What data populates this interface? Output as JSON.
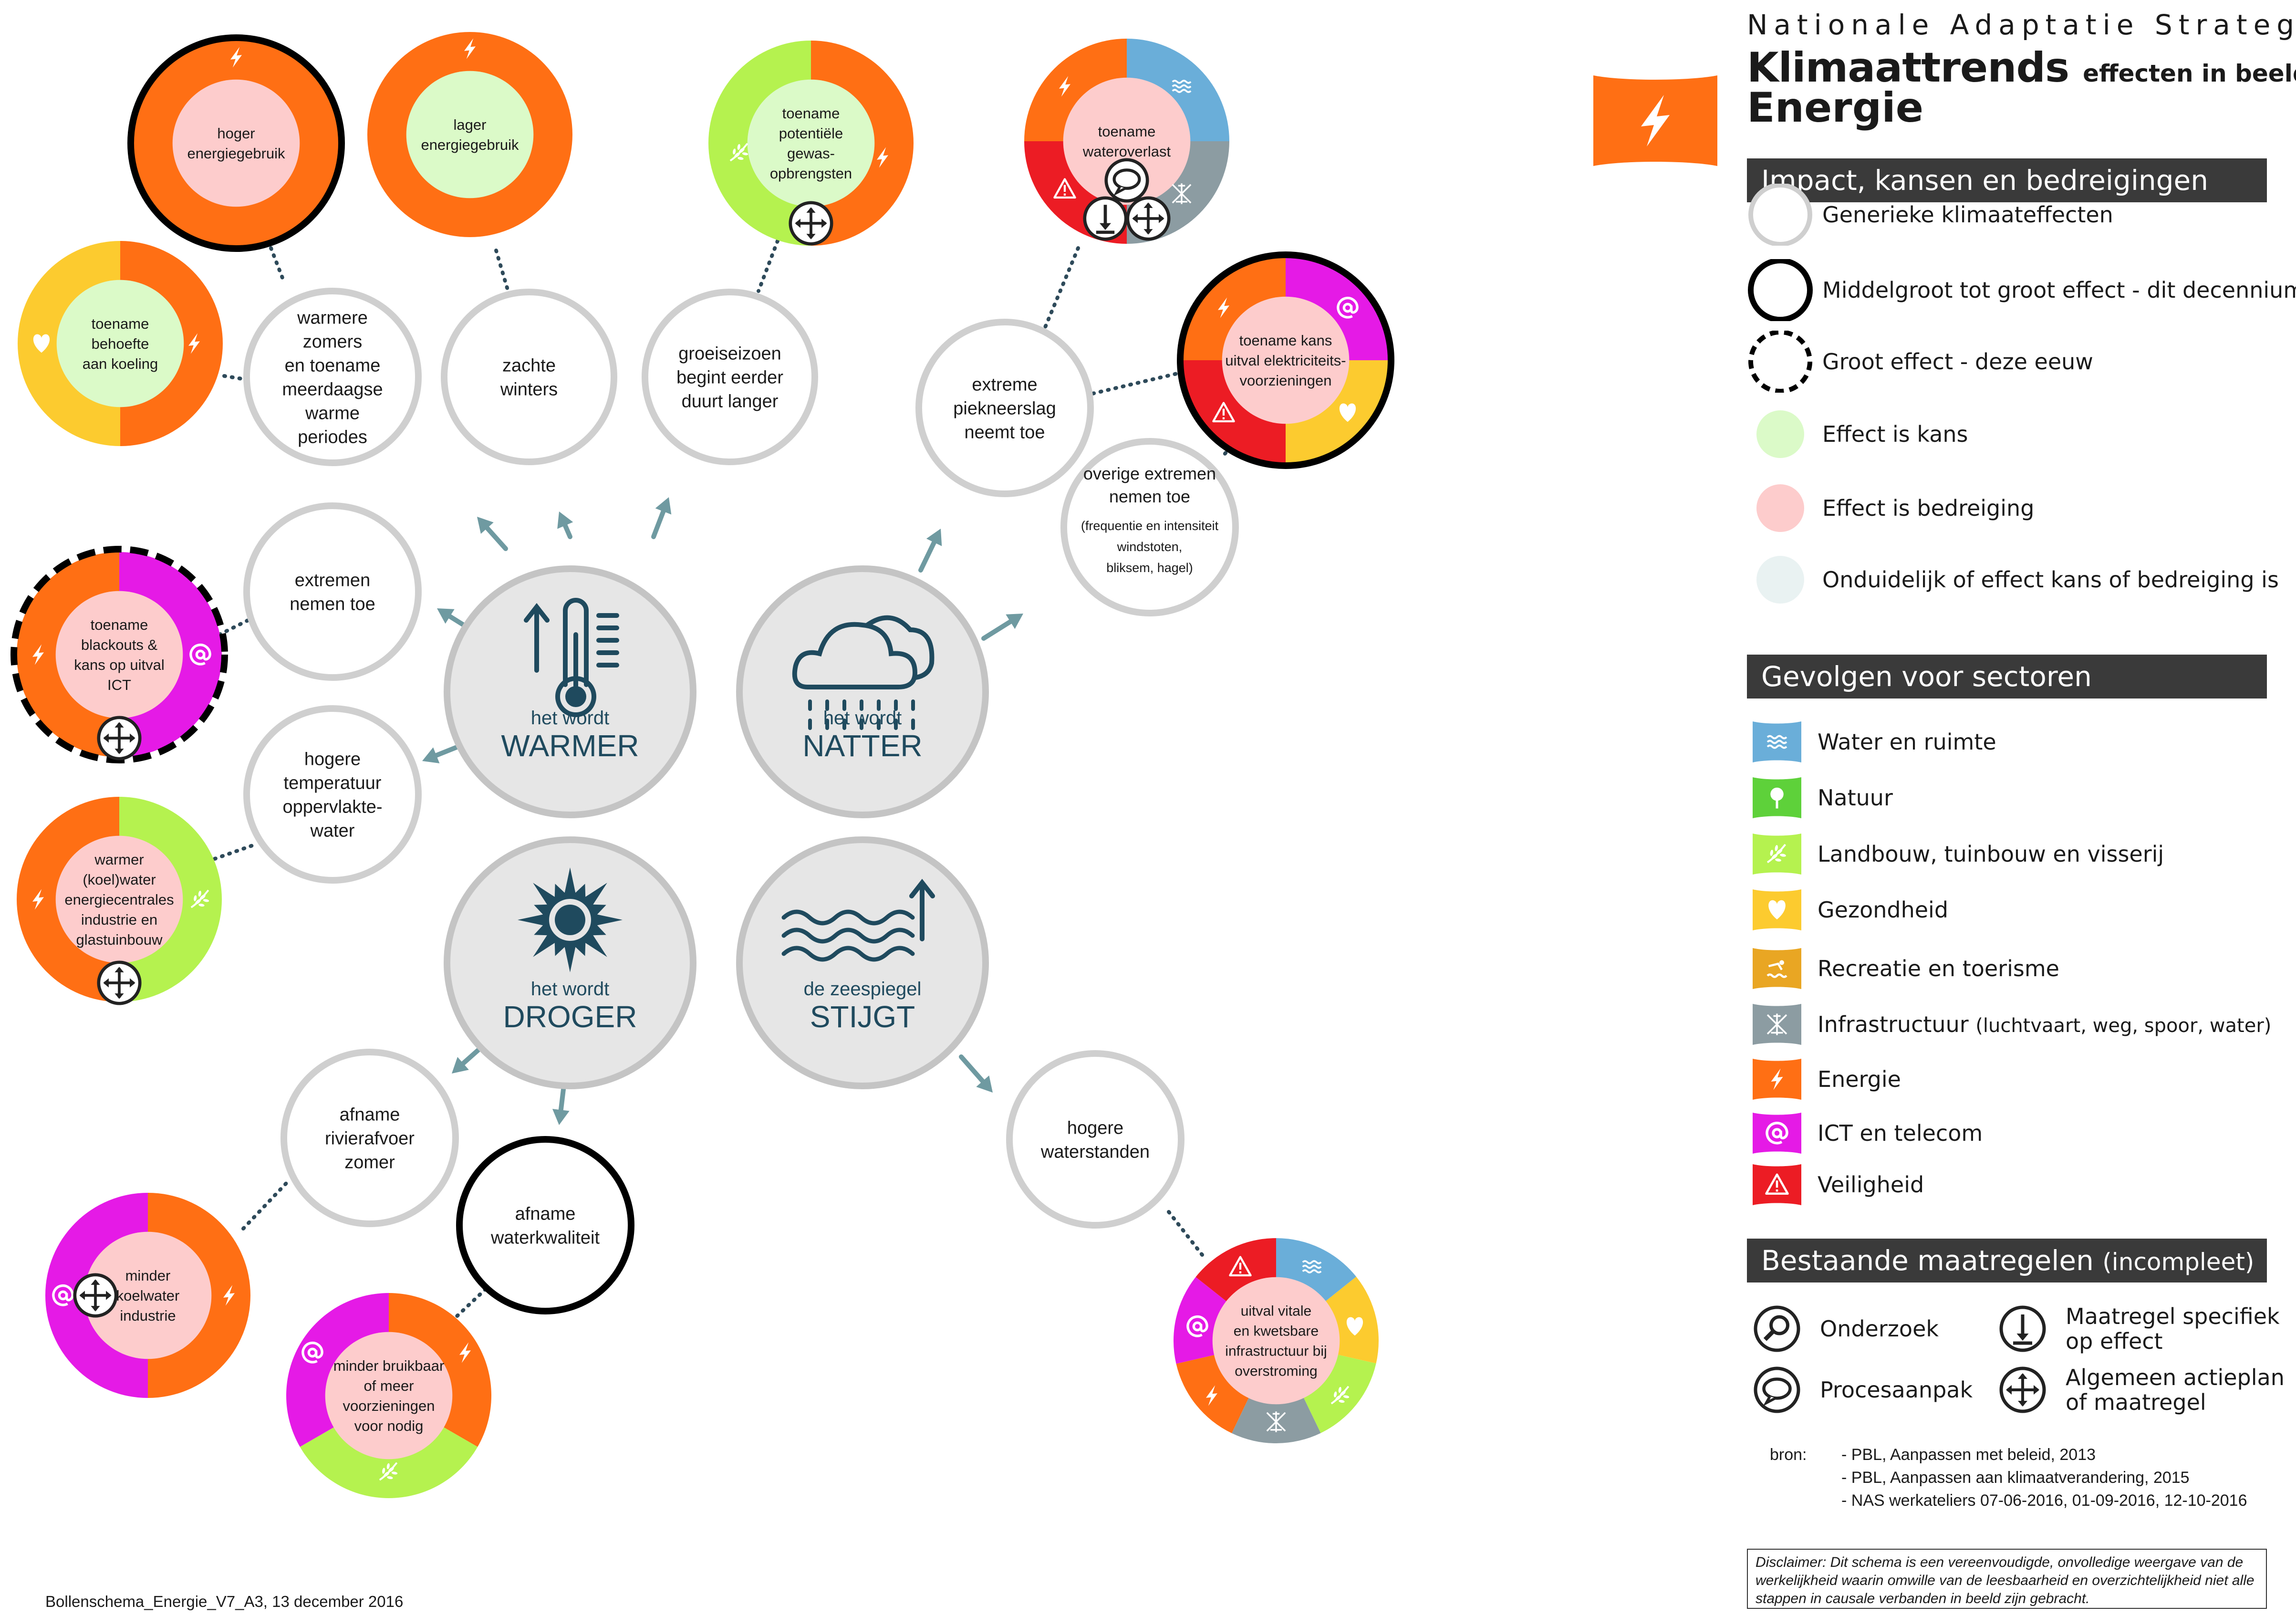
{
  "header": {
    "line1": "Nationale Adaptatie Strategie",
    "line2_main": "Klimaattrends",
    "line2_small": "effecten in beeld",
    "line3": "Energie"
  },
  "legend": {
    "impact_title": "Impact, kansen en bedreigingen",
    "impact_items": [
      "Generieke klimaateffecten",
      "Middelgroot tot groot effect - dit decennium",
      "Groot effect - deze eeuw",
      "Effect is kans",
      "Effect is bedreiging",
      "Onduidelijk of effect kans of bedreiging is"
    ],
    "sectors_title": "Gevolgen voor sectoren",
    "sectors": [
      {
        "label": "Water en ruimte",
        "small": "",
        "color": "#6aaed9",
        "icon": "water-waves-icon"
      },
      {
        "label": "Natuur",
        "small": "",
        "color": "#5ed13a",
        "icon": "tree-icon"
      },
      {
        "label": "Landbouw, tuinbouw en visserij",
        "small": "",
        "color": "#b5f24f",
        "icon": "wheat-icon"
      },
      {
        "label": "Gezondheid",
        "small": "",
        "color": "#fccb2f",
        "icon": "heart-icon"
      },
      {
        "label": "Recreatie en toerisme",
        "small": "",
        "color": "#e9a623",
        "icon": "swimmer-icon"
      },
      {
        "label": "Infrastructuur",
        "small": "(luchtvaart, weg, spoor, water)",
        "color": "#8c9ca2",
        "icon": "infrastructure-icon"
      },
      {
        "label": "Energie",
        "small": "",
        "color": "#ff6f14",
        "icon": "lightning-icon"
      },
      {
        "label": "ICT en telecom",
        "small": "",
        "color": "#e51ae6",
        "icon": "at-sign-icon"
      },
      {
        "label": "Veiligheid",
        "small": "",
        "color": "#ec1c24",
        "icon": "warning-icon"
      }
    ],
    "measures_title": "Bestaande maatregelen",
    "measures_small": "(incompleet)",
    "measures": [
      {
        "label": "Onderzoek",
        "icon": "magnifier-icon"
      },
      {
        "label": "Maatregel specifiek\nop effect",
        "icon": "down-arrow-icon"
      },
      {
        "label": "Procesaanpak",
        "icon": "speech-bubble-icon"
      },
      {
        "label": "Algemeen actieplan\nof maatregel",
        "icon": "four-arrows-icon"
      }
    ],
    "bron_label": "bron:",
    "bron_lines": [
      "- PBL, Aanpassen met beleid, 2013",
      "- PBL, Aanpassen aan klimaatverandering, 2015",
      "- NAS werkateliers 07-06-2016, 01-09-2016, 12-10-2016"
    ],
    "disclaimer": "Disclaimer: Dit schema  is  een vereenvoudigde, onvolledige weergave van de werkelijkheid waarin omwille van de leesbaarheid en overzichtelijkheid niet alle stappen in causale verbanden in beeld zijn gebracht."
  },
  "footer": "Bollenschema_Energie_V7_A3, 13 december 2016",
  "colors": {
    "kans": "#dbfac8",
    "bedreiging": "#fdcccc",
    "onduidelijk": "#e9f2f2",
    "hub": "#e6e6e6",
    "arrow": "#6f9aa1",
    "dotted": "#2e4a5a",
    "hub_text": "#1f4a5e"
  },
  "hubs": [
    {
      "id": "warmer",
      "small": "het wordt",
      "big": "WARMER"
    },
    {
      "id": "natter",
      "small": "het wordt",
      "big": "NATTER"
    },
    {
      "id": "droger",
      "small": "het wordt",
      "big": "DROGER"
    },
    {
      "id": "stijgt",
      "small": "de zeespiegel",
      "big": "STIJGT"
    }
  ],
  "trends": [
    {
      "id": "warmere-zomers",
      "lines": [
        "warmere",
        "zomers",
        "en toename",
        "meerdaagse",
        "warme",
        "periodes"
      ]
    },
    {
      "id": "zachte-winters",
      "lines": [
        "zachte",
        "winters"
      ]
    },
    {
      "id": "groeiseizoen",
      "lines": [
        "groeiseizoen",
        "begint eerder",
        "duurt langer"
      ]
    },
    {
      "id": "extremen",
      "lines": [
        "extremen",
        "nemen toe"
      ]
    },
    {
      "id": "hogere-temperatuur",
      "lines": [
        "hogere",
        "temperatuur",
        "oppervlakte-",
        "water"
      ]
    },
    {
      "id": "piekneerslag",
      "lines": [
        "extreme",
        "piekneerslag",
        "neemt toe"
      ]
    },
    {
      "id": "overige-extremen",
      "lines": [
        "overige extremen",
        "nemen toe"
      ],
      "sublines": [
        "(frequentie en intensiteit",
        "windstoten,",
        "bliksem, hagel)"
      ]
    },
    {
      "id": "rivierafvoer",
      "lines": [
        "afname",
        "rivierafvoer",
        "zomer"
      ]
    },
    {
      "id": "waterkwaliteit",
      "lines": [
        "afname",
        "waterkwaliteit"
      ]
    },
    {
      "id": "waterstanden",
      "lines": [
        "hogere",
        "waterstanden"
      ]
    }
  ],
  "effects": [
    {
      "id": "hoger-energiegebruik",
      "lines": [
        "hoger",
        "energiegebruik"
      ]
    },
    {
      "id": "lager-energiegebruik",
      "lines": [
        "lager",
        "energiegebruik"
      ]
    },
    {
      "id": "gewasopbrengsten",
      "lines": [
        "toename",
        "potentiële",
        "gewas-",
        "opbrengsten"
      ]
    },
    {
      "id": "wateroverlast",
      "lines": [
        "toename",
        "wateroverlast"
      ]
    },
    {
      "id": "koeling",
      "lines": [
        "toename",
        "behoefte",
        "aan koeling"
      ]
    },
    {
      "id": "uitval-elektriciteit",
      "lines": [
        "toename kans",
        "uitval elektriciteits-",
        "voorzieningen"
      ]
    },
    {
      "id": "blackouts",
      "lines": [
        "toename",
        "blackouts &",
        "kans op uitval",
        "ICT"
      ]
    },
    {
      "id": "koelwater-centrales",
      "lines": [
        "warmer",
        "(koel)water",
        "energiecentrales",
        "industrie en",
        "glastuinbouw"
      ]
    },
    {
      "id": "minder-koelwater",
      "lines": [
        "minder",
        "koelwater",
        "industrie"
      ]
    },
    {
      "id": "bruikbaar",
      "lines": [
        "minder bruikbaar",
        "of meer",
        "voorzieningen",
        "voor nodig"
      ]
    },
    {
      "id": "uitval-vitale",
      "lines": [
        "uitval vitale",
        "en kwetsbare",
        "infrastructuur bij",
        "overstroming"
      ]
    }
  ]
}
